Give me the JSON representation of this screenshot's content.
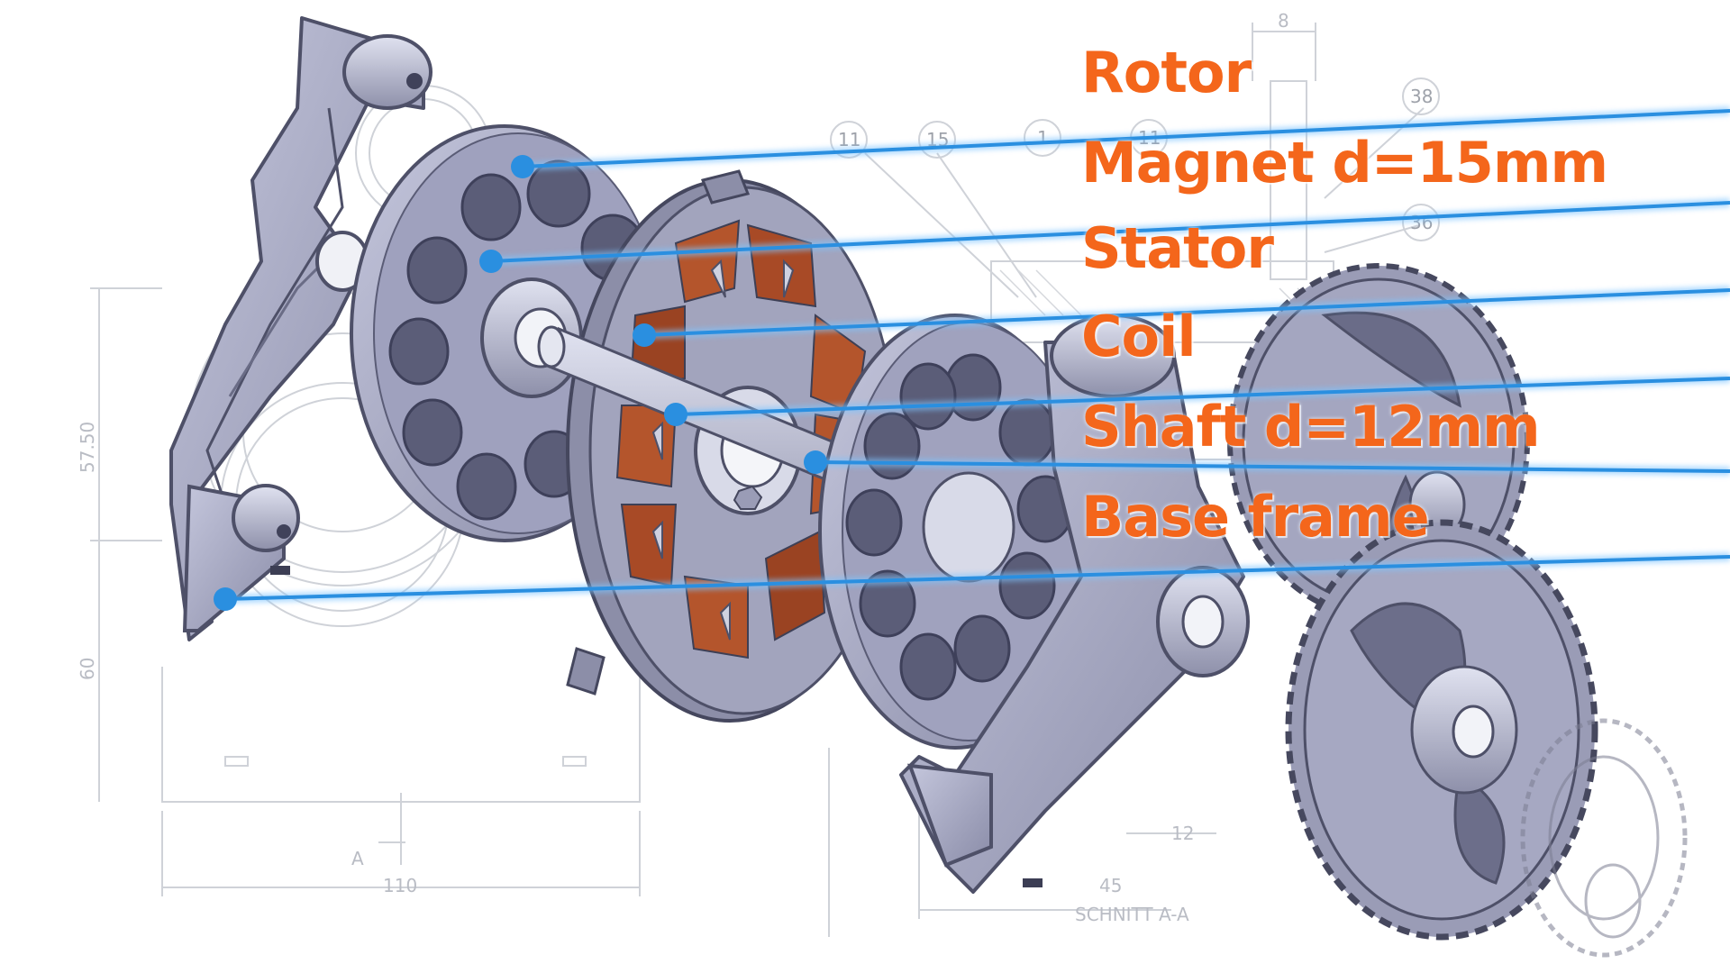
{
  "labels": [
    {
      "id": "rotor",
      "text": "Rotor"
    },
    {
      "id": "magnet",
      "text": "Magnet d=15mm"
    },
    {
      "id": "stator",
      "text": "Stator"
    },
    {
      "id": "coil",
      "text": "Coil"
    },
    {
      "id": "shaft",
      "text": "Shaft d=12mm"
    },
    {
      "id": "base",
      "text": "Base frame"
    }
  ],
  "drawing": {
    "dim_8": "8",
    "dim_57_50": "57.50",
    "dim_60": "60",
    "dim_110": "110",
    "dim_45": "45",
    "dim_12": "12",
    "section_marker": "A",
    "section_title": "SCHNITT A-A",
    "balloons": [
      "38",
      "36",
      "11",
      "15",
      "1",
      "11"
    ]
  },
  "colors": {
    "label": "#f4661b",
    "leader": "#2a8fe0",
    "part": "#9a9cb8",
    "part_dark": "#5a5c78",
    "coil": "#b4552c",
    "blueprint": "#c8cbd2"
  }
}
